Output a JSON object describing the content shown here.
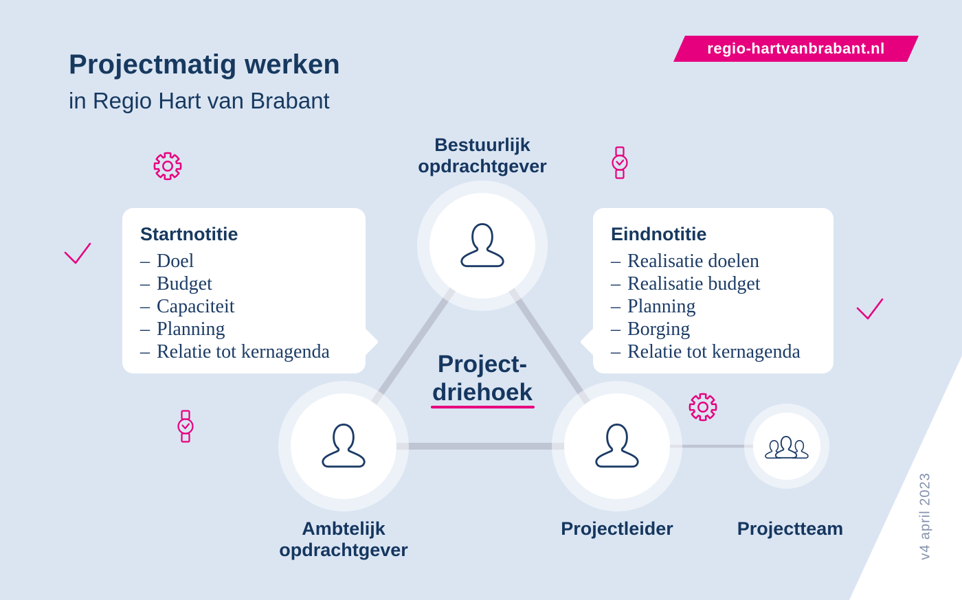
{
  "ui": {
    "dash": "–"
  },
  "header": {
    "title": "Projectmatig werken",
    "subtitle": "in Regio Hart van Brabant"
  },
  "banner": {
    "label": "regio-hartvanbrabant.nl"
  },
  "diagram": {
    "center_line1": "Project-",
    "center_line2": "driehoek",
    "nodes": {
      "bestuurlijk": {
        "line1": "Bestuurlijk",
        "line2": "opdrachtgever"
      },
      "ambtelijk": {
        "line1": "Ambtelijk",
        "line2": "opdrachtgever"
      },
      "projectleider": {
        "label": "Projectleider"
      },
      "projectteam": {
        "label": "Projectteam"
      }
    }
  },
  "callouts": {
    "start": {
      "title": "Startnotitie",
      "items": [
        "Doel",
        "Budget",
        "Capaciteit",
        "Planning",
        "Relatie tot kernagenda"
      ]
    },
    "eind": {
      "title": "Eindnotitie",
      "items": [
        "Realisatie doelen",
        "Realisatie budget",
        "Planning",
        "Borging",
        "Relatie tot kernagenda"
      ]
    }
  },
  "footer": {
    "version": "v4 april 2023"
  },
  "colors": {
    "accent_pink": "#e6007e",
    "navy": "#17395f",
    "line_gray": "#c0c5d4",
    "background": "#dbe5f2",
    "version_gray": "#8391ad"
  },
  "icons": [
    "gear-icon",
    "watch-icon",
    "check-icon",
    "person-icon",
    "team-icon"
  ]
}
